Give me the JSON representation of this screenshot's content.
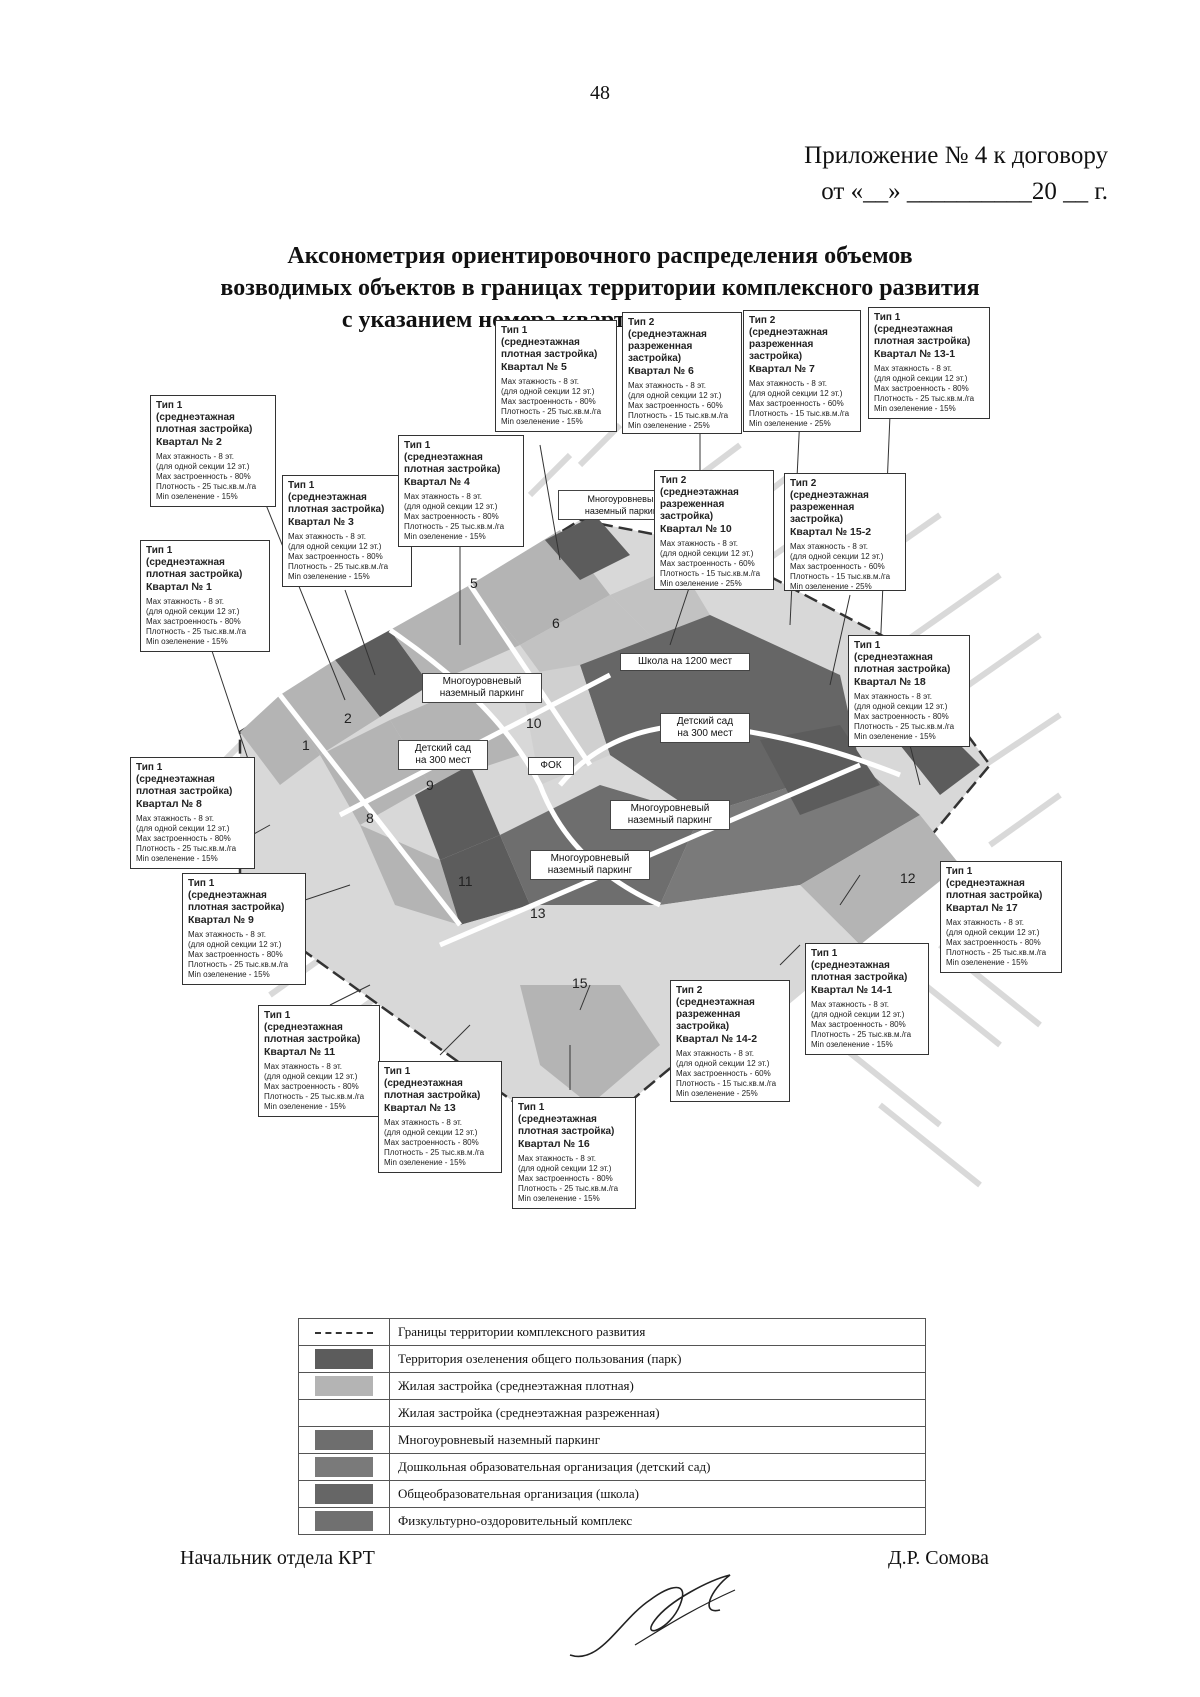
{
  "page_number": "48",
  "appendix": {
    "line1": "Приложение № 4 к договору",
    "line2": "от «__» __________20 __ г."
  },
  "title": {
    "line1": "Аксонометрия ориентировочного распределения объемов",
    "line2": "возводимых объектов в границах территории комплексного развития",
    "line3": "с указанием номера квартала и типа застройки"
  },
  "colors": {
    "boundary": "#333333",
    "park": "#5c5c5c",
    "dense": "#b4b4b4",
    "sparse": "#d8d8d8",
    "parking": "#6e6e6e",
    "kindergarten": "#7a7a7a",
    "school": "#666666",
    "sport": "#707070",
    "road": "#ffffff"
  },
  "callouts": [
    {
      "type": "Тип 1",
      "desc": "(среднеэтажная\nплотная застройка)",
      "quarter": "Квартал № 2",
      "params": [
        "Max этажность - 8 эт.",
        "(для одной секции 12 эт.)",
        "Max застроенность - 80%",
        "Плотность - 25 тыс.кв.м./га",
        "Min озеленение - 15%"
      ]
    },
    {
      "type": "Тип 1",
      "desc": "(среднеэтажная\nплотная застройка)",
      "quarter": "Квартал № 3",
      "params": [
        "Max этажность - 8 эт.",
        "(для одной секции 12 эт.)",
        "Max застроенность - 80%",
        "Плотность - 25 тыс.кв.м./га",
        "Min озеленение - 15%"
      ]
    },
    {
      "type": "Тип 1",
      "desc": "(среднеэтажная\nплотная застройка)",
      "quarter": "Квартал № 1",
      "params": [
        "Max этажность - 8 эт.",
        "(для одной секции 12 эт.)",
        "Max застроенность - 80%",
        "Плотность - 25 тыс.кв.м./га",
        "Min озеленение - 15%"
      ]
    },
    {
      "type": "Тип 1",
      "desc": "(среднеэтажная\nплотная застройка)",
      "quarter": "Квартал № 5",
      "params": [
        "Max этажность - 8 эт.",
        "(для одной секции 12 эт.)",
        "Max застроенность - 80%",
        "Плотность - 25 тыс.кв.м./га",
        "Min озеленение - 15%"
      ]
    },
    {
      "type": "Тип 1",
      "desc": "(среднеэтажная\nплотная застройка)",
      "quarter": "Квартал № 4",
      "params": [
        "Max этажность - 8 эт.",
        "(для одной секции 12 эт.)",
        "Max застроенность - 80%",
        "Плотность - 25 тыс.кв.м./га",
        "Min озеленение - 15%"
      ]
    },
    {
      "type": "Тип 2",
      "desc": "(среднеэтажная\nразреженная\nзастройка)",
      "quarter": "Квартал № 6",
      "params": [
        "Max этажность - 8 эт.",
        "(для одной секции 12 эт.)",
        "Max застроенность - 60%",
        "Плотность - 15 тыс.кв.м./га",
        "Min озеленение - 25%"
      ]
    },
    {
      "type": "Тип 2",
      "desc": "(среднеэтажная\nразреженная\nзастройка)",
      "quarter": "Квартал № 7",
      "params": [
        "Max этажность - 8 эт.",
        "(для одной секции 12 эт.)",
        "Max застроенность - 60%",
        "Плотность - 15 тыс.кв.м./га",
        "Min озеленение - 25%"
      ]
    },
    {
      "type": "Тип 1",
      "desc": "(среднеэтажная\nплотная застройка)",
      "quarter": "Квартал № 13-1",
      "params": [
        "Max этажность - 8 эт.",
        "(для одной секции 12 эт.)",
        "Max застроенность - 80%",
        "Плотность - 25 тыс.кв.м./га",
        "Min озеленение - 15%"
      ]
    },
    {
      "type": "Тип 2",
      "desc": "(среднеэтажная\nразреженная\nзастройка)",
      "quarter": "Квартал № 10",
      "params": [
        "Max этажность - 8 эт.",
        "(для одной секции 12 эт.)",
        "Max застроенность - 60%",
        "Плотность - 15 тыс.кв.м./га",
        "Min озеленение - 25%"
      ]
    },
    {
      "type": "Тип 2",
      "desc": "(среднеэтажная\nразреженная\nзастройка)",
      "quarter": "Квартал № 15-2",
      "params": [
        "Max этажность - 8 эт.",
        "(для одной секции 12 эт.)",
        "Max застроенность - 60%",
        "Плотность - 15 тыс.кв.м./га",
        "Min озеленение - 25%"
      ]
    },
    {
      "type": "Тип 1",
      "desc": "(среднеэтажная\nплотная застройка)",
      "quarter": "Квартал № 18",
      "params": [
        "Max этажность - 8 эт.",
        "(для одной секции 12 эт.)",
        "Max застроенность - 80%",
        "Плотность - 25 тыс.кв.м./га",
        "Min озеленение - 15%"
      ]
    },
    {
      "type": "Тип 1",
      "desc": "(среднеэтажная\nплотная застройка)",
      "quarter": "Квартал № 8",
      "params": [
        "Max этажность - 8 эт.",
        "(для одной секции 12 эт.)",
        "Max застроенность - 80%",
        "Плотность - 25 тыс.кв.м./га",
        "Min озеленение - 15%"
      ]
    },
    {
      "type": "Тип 1",
      "desc": "(среднеэтажная\nплотная застройка)",
      "quarter": "Квартал № 9",
      "params": [
        "Max этажность - 8 эт.",
        "(для одной секции 12 эт.)",
        "Max застроенность - 80%",
        "Плотность - 25 тыс.кв.м./га",
        "Min озеленение - 15%"
      ]
    },
    {
      "type": "Тип 1",
      "desc": "(среднеэтажная\nплотная застройка)",
      "quarter": "Квартал № 17",
      "params": [
        "Max этажность - 8 эт.",
        "(для одной секции 12 эт.)",
        "Max застроенность - 80%",
        "Плотность - 25 тыс.кв.м./га",
        "Min озеленение - 15%"
      ]
    },
    {
      "type": "Тип 1",
      "desc": "(среднеэтажная\nплотная застройка)",
      "quarter": "Квартал № 14-1",
      "params": [
        "Max этажность - 8 эт.",
        "(для одной секции 12 эт.)",
        "Max застроенность - 80%",
        "Плотность - 25 тыс.кв.м./га",
        "Min озеленение - 15%"
      ]
    },
    {
      "type": "Тип 1",
      "desc": "(среднеэтажная\nплотная застройка)",
      "quarter": "Квартал № 11",
      "params": [
        "Max этажность - 8 эт.",
        "(для одной секции 12 эт.)",
        "Max застроенность - 80%",
        "Плотность - 25 тыс.кв.м./га",
        "Min озеленение - 15%"
      ]
    },
    {
      "type": "Тип 2",
      "desc": "(среднеэтажная\nразреженная\nзастройка)",
      "quarter": "Квартал № 14-2",
      "params": [
        "Max этажность - 8 эт.",
        "(для одной секции 12 эт.)",
        "Max застроенность - 60%",
        "Плотность - 15 тыс.кв.м./га",
        "Min озеленение - 25%"
      ]
    },
    {
      "type": "Тип 1",
      "desc": "(среднеэтажная\nплотная застройка)",
      "quarter": "Квартал № 13",
      "params": [
        "Max этажность - 8 эт.",
        "(для одной секции 12 эт.)",
        "Max застроенность - 80%",
        "Плотность - 25 тыс.кв.м./га",
        "Min озеленение - 15%"
      ]
    },
    {
      "type": "Тип 1",
      "desc": "(среднеэтажная\nплотная застройка)",
      "quarter": "Квартал № 16",
      "params": [
        "Max этажность - 8 эт.",
        "(для одной секции 12 эт.)",
        "Max застроенность - 80%",
        "Плотность - 25 тыс.кв.м./га",
        "Min озеленение - 15%"
      ]
    }
  ],
  "map_labels": {
    "parking_top": "Многоуровневый\nназемный паркинг",
    "parking_mid": "Многоуровневый\nназемный паркинг",
    "school": "Школа на 1200 мест",
    "kindergarten_1": "Детский сад\nна 300 мест",
    "kindergarten_2": "Детский сад\nна 300 мест",
    "fok": "ФОК",
    "parking_center": "Многоуровневый\nназемный паркинг",
    "parking_bottom": "Многоуровневый\nназемный паркинг"
  },
  "quarter_numbers": [
    "1",
    "2",
    "5",
    "6",
    "8",
    "9",
    "10",
    "11",
    "12",
    "13",
    "15"
  ],
  "legend": [
    {
      "swatch": "boundary",
      "label": "Границы территории комплексного развития"
    },
    {
      "swatch": "park",
      "label": "Территория озеленения общего пользования (парк)"
    },
    {
      "swatch": "dense",
      "label": "Жилая застройка (среднеэтажная плотная)"
    },
    {
      "swatch": "empty",
      "label": "Жилая застройка (среднеэтажная разреженная)"
    },
    {
      "swatch": "parking",
      "label": "Многоуровневый наземный паркинг"
    },
    {
      "swatch": "kindergarten",
      "label": "Дошкольная образовательная организация (детский сад)"
    },
    {
      "swatch": "school",
      "label": "Общеобразовательная организация (школа)"
    },
    {
      "swatch": "sport",
      "label": "Физкультурно-оздоровительный комплекс"
    }
  ],
  "footer": {
    "position": "Начальник отдела КРТ",
    "name": "Д.Р. Сомова"
  }
}
